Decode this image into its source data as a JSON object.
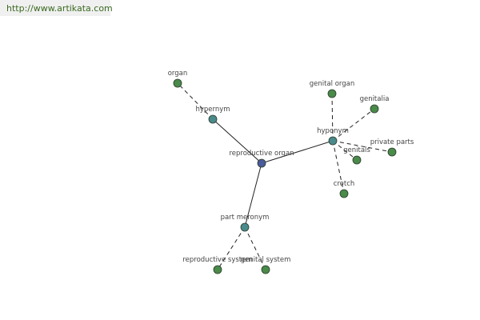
{
  "header": {
    "url": "http://www.artikata.com"
  },
  "graph": {
    "colors": {
      "center": "#4a5a9a",
      "relation": "#4a8a8a",
      "term": "#4a8a4a",
      "stroke": "#2a3a2a",
      "edge": "#222222"
    },
    "nodes": [
      {
        "id": "reproductive-organ",
        "label": "reproductive organ",
        "kind": "center"
      },
      {
        "id": "hypernym",
        "label": "hypernym",
        "kind": "relation"
      },
      {
        "id": "hyponym",
        "label": "hyponym",
        "kind": "relation"
      },
      {
        "id": "part-meronym",
        "label": "part meronym",
        "kind": "relation"
      },
      {
        "id": "organ",
        "label": "organ",
        "kind": "term"
      },
      {
        "id": "genital-organ",
        "label": "genital organ",
        "kind": "term"
      },
      {
        "id": "genitalia",
        "label": "genitalia",
        "kind": "term"
      },
      {
        "id": "private-parts",
        "label": "private parts",
        "kind": "term"
      },
      {
        "id": "genitals",
        "label": "genitals",
        "kind": "term"
      },
      {
        "id": "crotch",
        "label": "crotch",
        "kind": "term"
      },
      {
        "id": "reproductive-system",
        "label": "reproductive system",
        "kind": "term"
      },
      {
        "id": "genital-system",
        "label": "genital system",
        "kind": "term"
      }
    ],
    "edges": [
      {
        "from": "reproductive-organ",
        "to": "hypernym",
        "style": "solid"
      },
      {
        "from": "reproductive-organ",
        "to": "hyponym",
        "style": "solid"
      },
      {
        "from": "reproductive-organ",
        "to": "part-meronym",
        "style": "solid"
      },
      {
        "from": "hypernym",
        "to": "organ",
        "style": "dashed"
      },
      {
        "from": "hyponym",
        "to": "genital-organ",
        "style": "dashed"
      },
      {
        "from": "hyponym",
        "to": "genitalia",
        "style": "dashed"
      },
      {
        "from": "hyponym",
        "to": "private-parts",
        "style": "dashed"
      },
      {
        "from": "hyponym",
        "to": "genitals",
        "style": "dashed"
      },
      {
        "from": "hyponym",
        "to": "crotch",
        "style": "dashed"
      },
      {
        "from": "part-meronym",
        "to": "reproductive-system",
        "style": "dashed"
      },
      {
        "from": "part-meronym",
        "to": "genital-system",
        "style": "dashed"
      }
    ]
  }
}
